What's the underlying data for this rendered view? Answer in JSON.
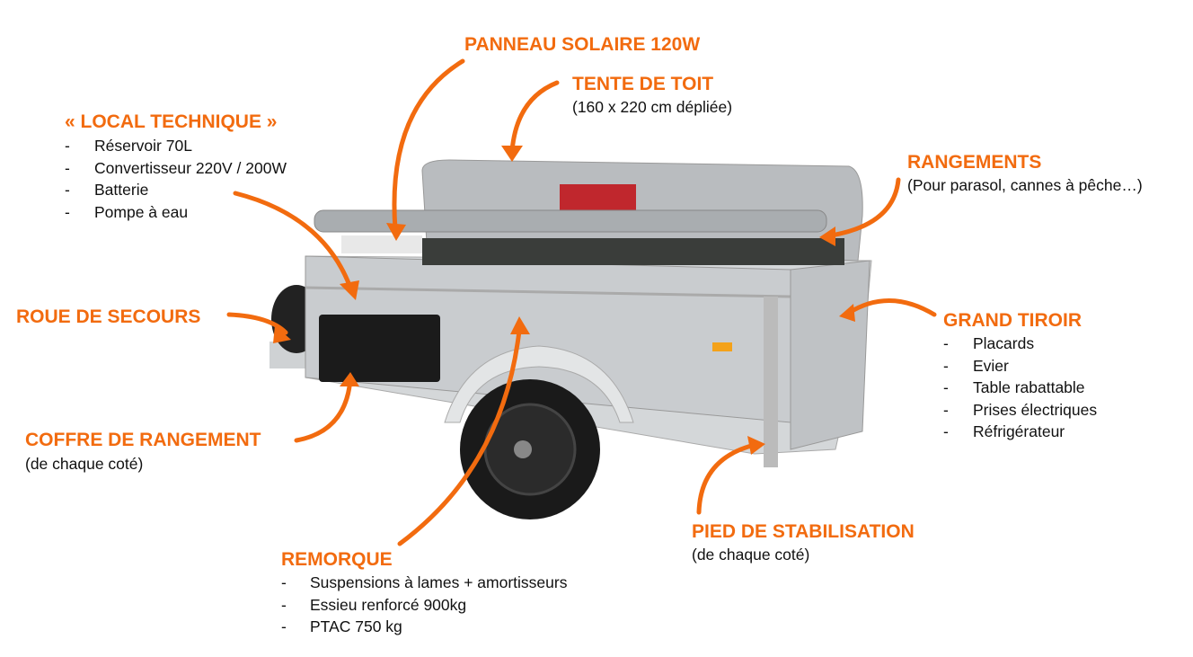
{
  "accent_color": "#F26B0F",
  "callouts": {
    "panneau": {
      "title": "PANNEAU SOLAIRE 120W"
    },
    "tente": {
      "title": "TENTE DE TOIT",
      "subtitle": "(160 x 220 cm dépliée)"
    },
    "local": {
      "title": "« LOCAL TECHNIQUE »",
      "items": [
        "Réservoir 70L",
        "Convertisseur 220V / 200W",
        "Batterie",
        "Pompe à eau"
      ]
    },
    "rangements": {
      "title": "RANGEMENTS",
      "subtitle": "(Pour parasol, cannes à pêche…)"
    },
    "roue": {
      "title": "ROUE DE SECOURS"
    },
    "tiroir": {
      "title": "GRAND TIROIR",
      "items": [
        "Placards",
        "Evier",
        "Table rabattable",
        "Prises électriques",
        "Réfrigérateur"
      ]
    },
    "coffre": {
      "title": "COFFRE DE RANGEMENT",
      "subtitle": "(de chaque coté)"
    },
    "pied": {
      "title": "PIED DE STABILISATION",
      "subtitle": "(de chaque coté)"
    },
    "remorque": {
      "title": "REMORQUE",
      "items": [
        "Suspensions à lames + amortisseurs",
        "Essieu renforcé 900kg",
        "PTAC 750 kg"
      ]
    }
  },
  "dash": "-"
}
